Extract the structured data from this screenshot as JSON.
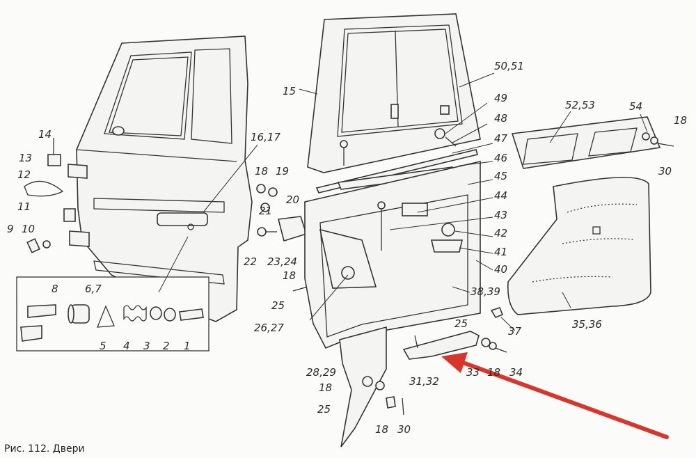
{
  "caption": "Рис. 112. Двери",
  "arrow_color": "#d9352c",
  "labels": [
    {
      "id": "l-14",
      "text": "14"
    },
    {
      "id": "l-13",
      "text": "13"
    },
    {
      "id": "l-12",
      "text": "12"
    },
    {
      "id": "l-11",
      "text": "11"
    },
    {
      "id": "l-9",
      "text": "9"
    },
    {
      "id": "l-10",
      "text": "10"
    },
    {
      "id": "l-8",
      "text": "8"
    },
    {
      "id": "l-67",
      "text": "6,7"
    },
    {
      "id": "l-5",
      "text": "5"
    },
    {
      "id": "l-4",
      "text": "4"
    },
    {
      "id": "l-3",
      "text": "3"
    },
    {
      "id": "l-2",
      "text": "2"
    },
    {
      "id": "l-1",
      "text": "1"
    },
    {
      "id": "l-1617",
      "text": "16,17"
    },
    {
      "id": "l-15",
      "text": "15"
    },
    {
      "id": "l-18a",
      "text": "18"
    },
    {
      "id": "l-19",
      "text": "19"
    },
    {
      "id": "l-21",
      "text": "21"
    },
    {
      "id": "l-20",
      "text": "20"
    },
    {
      "id": "l-22",
      "text": "22"
    },
    {
      "id": "l-2324",
      "text": "23,24"
    },
    {
      "id": "l-18b",
      "text": "18"
    },
    {
      "id": "l-25a",
      "text": "25"
    },
    {
      "id": "l-2627",
      "text": "26,27"
    },
    {
      "id": "l-5051",
      "text": "50,51"
    },
    {
      "id": "l-49",
      "text": "49"
    },
    {
      "id": "l-48",
      "text": "48"
    },
    {
      "id": "l-47",
      "text": "47"
    },
    {
      "id": "l-46",
      "text": "46"
    },
    {
      "id": "l-45",
      "text": "45"
    },
    {
      "id": "l-44",
      "text": "44"
    },
    {
      "id": "l-43",
      "text": "43"
    },
    {
      "id": "l-42",
      "text": "42"
    },
    {
      "id": "l-41",
      "text": "41"
    },
    {
      "id": "l-40",
      "text": "40"
    },
    {
      "id": "l-3839",
      "text": "38,39"
    },
    {
      "id": "l-25b",
      "text": "25"
    },
    {
      "id": "l-2829",
      "text": "28,29"
    },
    {
      "id": "l-18c",
      "text": "18"
    },
    {
      "id": "l-25c",
      "text": "25"
    },
    {
      "id": "l-3132",
      "text": "31,32"
    },
    {
      "id": "l-18d",
      "text": "18"
    },
    {
      "id": "l-30a",
      "text": "30"
    },
    {
      "id": "l-5253",
      "text": "52,53"
    },
    {
      "id": "l-54",
      "text": "54"
    },
    {
      "id": "l-18e",
      "text": "18"
    },
    {
      "id": "l-30b",
      "text": "30"
    },
    {
      "id": "l-3536",
      "text": "35,36"
    },
    {
      "id": "l-37",
      "text": "37"
    },
    {
      "id": "l-33",
      "text": "33"
    },
    {
      "id": "l-18f",
      "text": "18"
    },
    {
      "id": "l-34",
      "text": "34"
    }
  ]
}
